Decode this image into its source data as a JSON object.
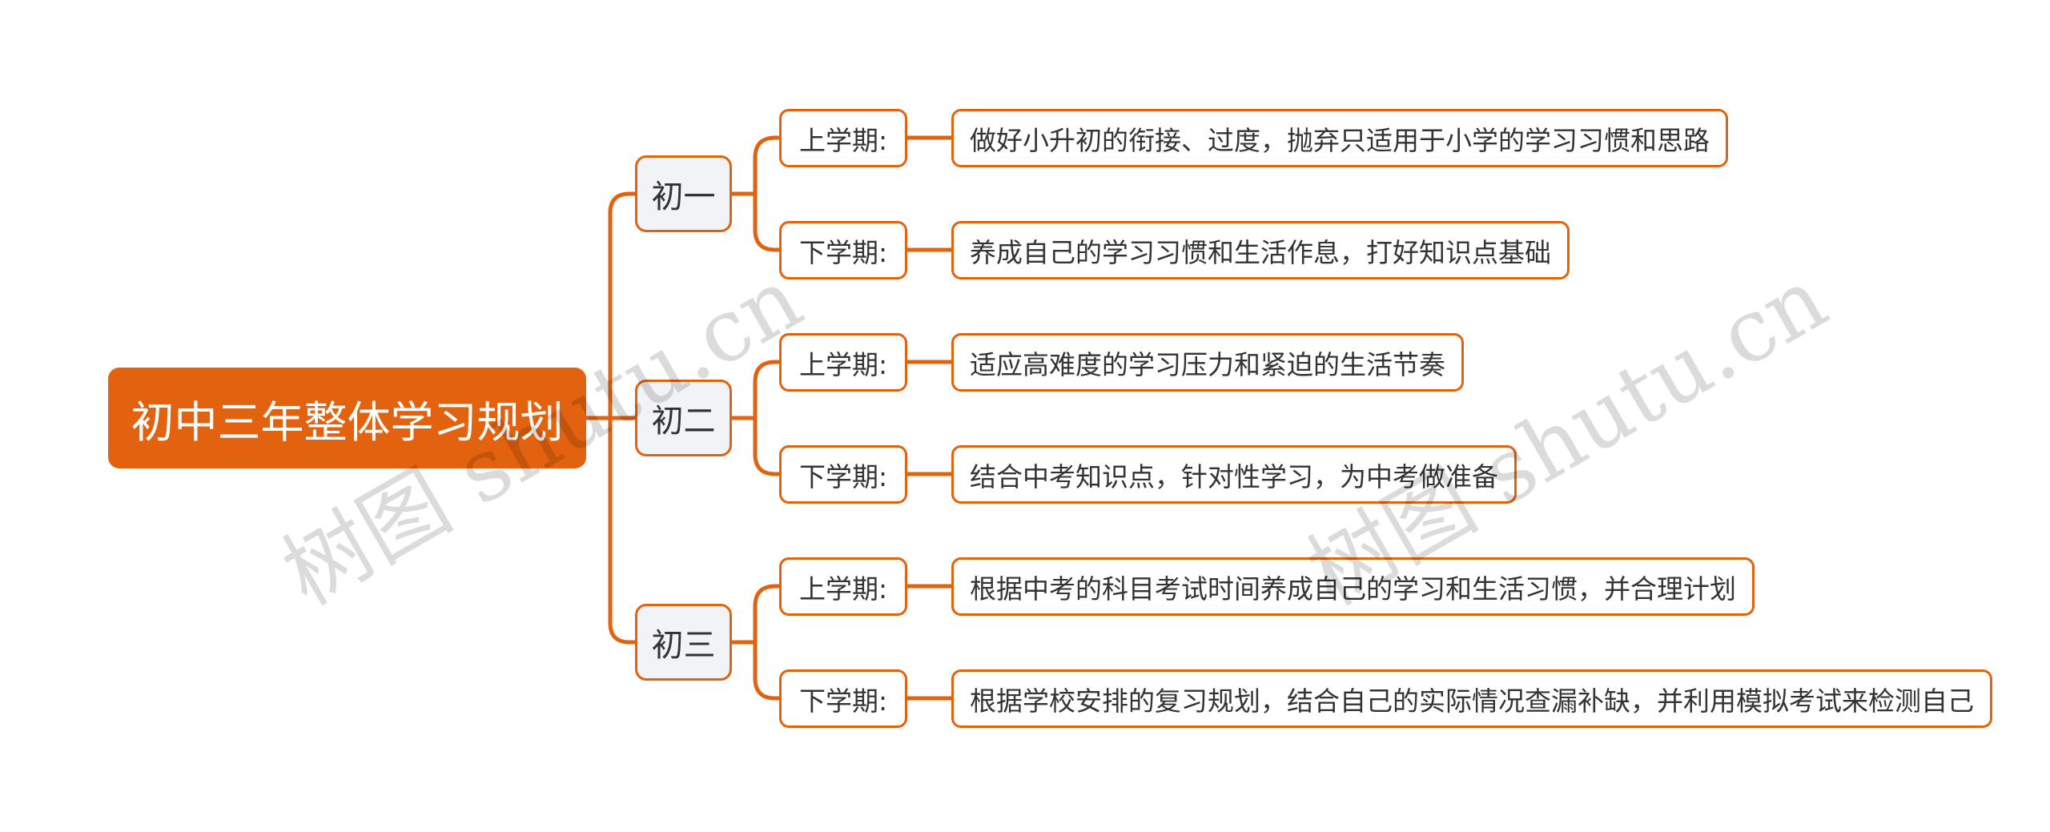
{
  "accent_color": "#e2620f",
  "root": {
    "label": "初中三年整体学习规划"
  },
  "grades": [
    {
      "label": "初一",
      "terms": [
        {
          "label": "上学期:",
          "detail": "做好小升初的衔接、过度，抛弃只适用于小学的学习习惯和思路"
        },
        {
          "label": "下学期:",
          "detail": "养成自己的学习习惯和生活作息，打好知识点基础"
        }
      ]
    },
    {
      "label": "初二",
      "terms": [
        {
          "label": "上学期:",
          "detail": "适应高难度的学习压力和紧迫的生活节奏"
        },
        {
          "label": "下学期:",
          "detail": "结合中考知识点，针对性学习，为中考做准备"
        }
      ]
    },
    {
      "label": "初三",
      "terms": [
        {
          "label": "上学期:",
          "detail": "根据中考的科目考试时间养成自己的学习和生活习惯，并合理计划"
        },
        {
          "label": "下学期:",
          "detail": "根据学校安排的复习规划，结合自己的实际情况查漏补缺，并利用模拟考试来检测自己"
        }
      ]
    }
  ],
  "watermarks": [
    "树图 shutu.cn",
    "树图 shutu.cn"
  ]
}
